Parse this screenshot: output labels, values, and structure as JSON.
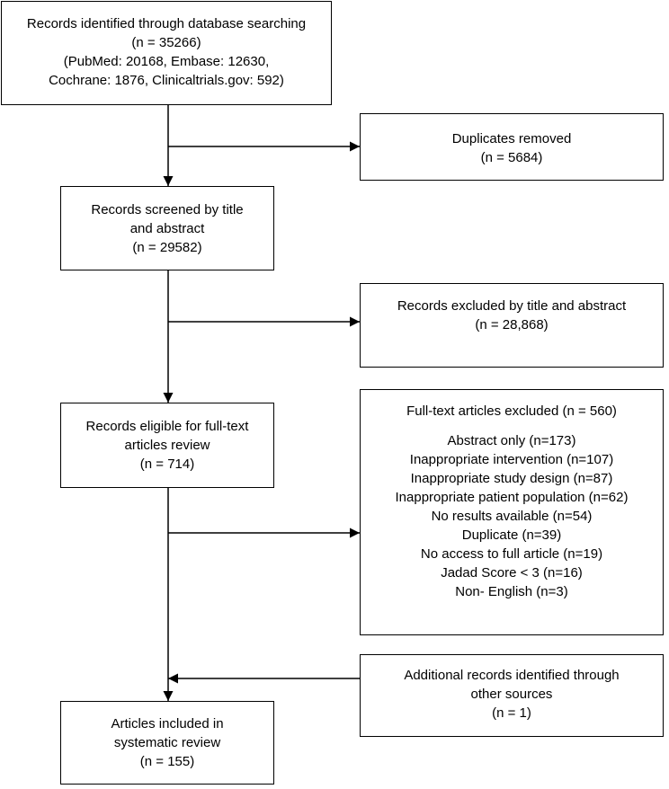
{
  "diagram": {
    "identified": {
      "lines": [
        "Records identified through database searching",
        "(n = 35266)",
        "(PubMed: 20168, Embase: 12630,",
        "Cochrane: 1876, Clinicaltrials.gov: 592)"
      ]
    },
    "duplicates": {
      "lines": [
        "Duplicates removed",
        "(n = 5684)"
      ]
    },
    "screened": {
      "lines": [
        "Records screened by title",
        "and abstract",
        "(n = 29582)"
      ]
    },
    "excluded_title": {
      "lines": [
        "Records excluded by title and abstract",
        "(n = 28,868)"
      ]
    },
    "eligible": {
      "lines": [
        "Records eligible for full-text",
        "articles review",
        "(n = 714)"
      ]
    },
    "excluded_fulltext": {
      "heading": "Full-text articles excluded (n = 560)",
      "reasons": [
        "Abstract only (n=173)",
        "Inappropriate intervention (n=107)",
        "Inappropriate study design (n=87)",
        "Inappropriate patient population (n=62)",
        "No results available (n=54)",
        "Duplicate (n=39)",
        "No access to full article (n=19)",
        "Jadad Score < 3 (n=16)",
        "Non- English (n=3)"
      ]
    },
    "additional": {
      "lines": [
        "Additional records identified through",
        "other sources",
        "(n = 1)"
      ]
    },
    "included": {
      "lines": [
        "Articles included in",
        "systematic review",
        "(n = 155)"
      ]
    }
  }
}
